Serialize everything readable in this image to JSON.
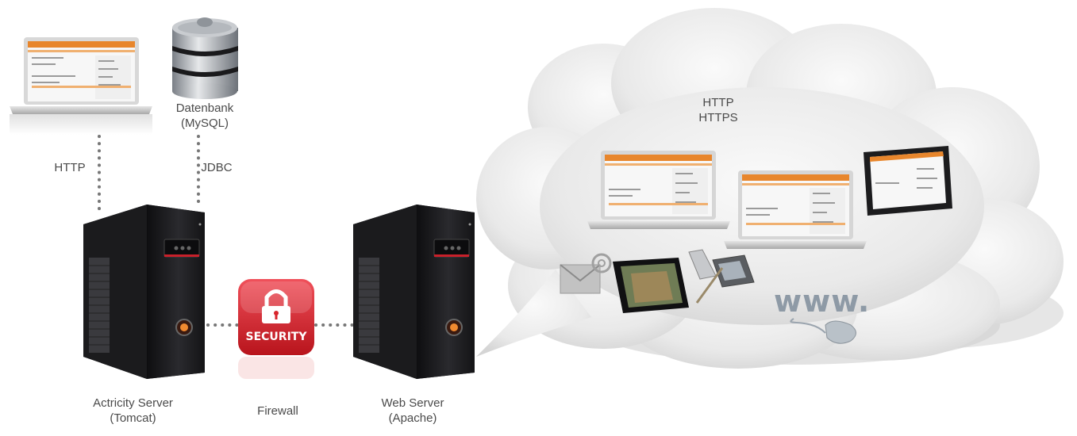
{
  "labels": {
    "database_name": "Datenbank",
    "database_type": "(MySQL)",
    "http_link": "HTTP",
    "jdbc_link": "JDBC",
    "cloud_protocol_1": "HTTP",
    "cloud_protocol_2": "HTTPS",
    "activity_server_name": "Actricity Server",
    "activity_server_type": "(Tomcat)",
    "firewall": "Firewall",
    "web_server_name": "Web Server",
    "web_server_type": "(Apache)",
    "security_badge": "SECURITY",
    "www": "www."
  },
  "colors": {
    "security_red": "#d8262d",
    "app_orange": "#e8862c",
    "server_dark": "#1c1c1e",
    "cloud_light": "#eeeeee"
  }
}
